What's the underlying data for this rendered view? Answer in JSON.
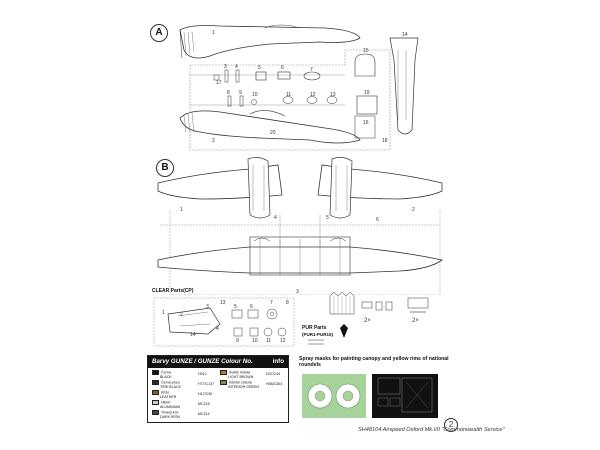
{
  "sprue_a": {
    "letter": "A",
    "part_numbers": [
      "1",
      "2",
      "3",
      "4",
      "5",
      "6",
      "7",
      "8",
      "9",
      "10",
      "11",
      "12",
      "13",
      "14",
      "15",
      "16",
      "17",
      "18",
      "19",
      "20"
    ]
  },
  "sprue_b": {
    "letter": "B",
    "part_numbers": [
      "1",
      "2",
      "3",
      "4",
      "5",
      "6"
    ]
  },
  "clear_parts": {
    "title": "CLEAR Parts(CP)",
    "part_numbers": [
      "1",
      "2",
      "3",
      "4",
      "5",
      "6",
      "7",
      "8",
      "9",
      "10",
      "11",
      "12",
      "13",
      "14"
    ]
  },
  "pur_parts": {
    "title": "PUR Parts",
    "subtitle": "(PUR1-PUR15)",
    "multiplier_a": "2×",
    "multiplier_b": "2×"
  },
  "color_table": {
    "header": "Barvy GUNZE / GUNZE Colour No.",
    "info_label": "info",
    "entries": [
      {
        "name_cz": "Černá",
        "name_en": "BLACK",
        "code": "H012",
        "color": "#111111"
      },
      {
        "name_cz": "Černá pneu",
        "name_en": "TIRE BLACK",
        "code": "H77/C137",
        "color": "#2a2a2a"
      },
      {
        "name_cz": "Kůže",
        "name_en": "LEATHER",
        "code": "H17/C39",
        "color": "#8a5a2b"
      },
      {
        "name_cz": "Hliník",
        "name_en": "ALUMINIUM",
        "code": "MC218",
        "color": "#c8c8c8"
      },
      {
        "name_cz": "Tmavý kov",
        "name_en": "DARK IRON",
        "code": "MC214",
        "color": "#444444"
      },
      {
        "name_cz": "Světle hnědá",
        "name_en": "LIGHT BROWN",
        "code": "H37/C44",
        "color": "#b07a46"
      },
      {
        "name_cz": "Interiér zelená",
        "name_en": "INTERIOR GREEN",
        "code": "H58/C364",
        "color": "#7d8b53"
      }
    ]
  },
  "spray_masks": {
    "text": "Spray masks for painting canopy and yellow rims of national roundels"
  },
  "footer": {
    "caption": "SH48104  Airspeed Oxford Mk.I/II \"Commonwealth Service\"",
    "page_number": "2"
  },
  "accent_colors": {
    "line": "#333333",
    "mask_green": "#a5d39a",
    "mask_panel": "#111111"
  }
}
